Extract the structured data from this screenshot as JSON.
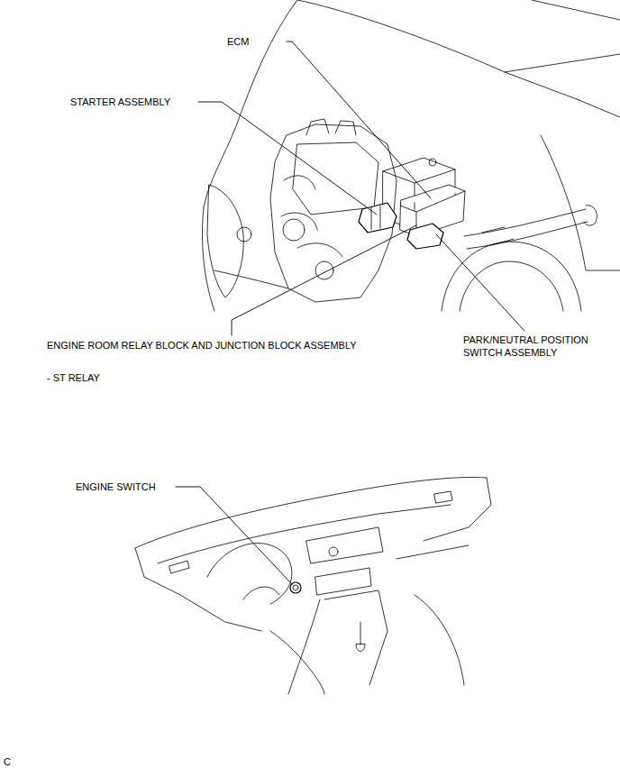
{
  "diagram": {
    "labels": [
      "ECM",
      "STARTER ASSEMBLY",
      "ENGINE ROOM RELAY BLOCK AND JUNCTION BLOCK ASSEMBLY",
      "- ST RELAY",
      "PARK/NEUTRAL POSITION SWITCH ASSEMBLY",
      "ENGINE SWITCH",
      "C"
    ]
  }
}
